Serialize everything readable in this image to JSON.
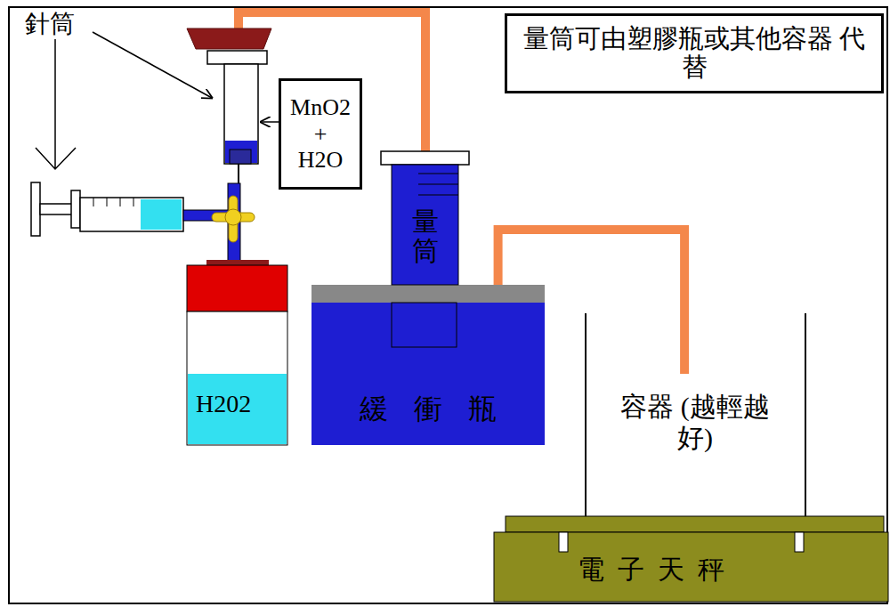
{
  "diagram": {
    "nodes": [
      {
        "text": [
          "量筒可由塑膠瓶或其他容器 代替"
        ]
      },
      {
        "text": [
          "MnO2 + H2O"
        ]
      },
      {
        "text": [
          "H202"
        ]
      },
      {
        "text": [
          "量筒"
        ]
      },
      {
        "text": [
          "緩衝瓶"
        ]
      },
      {
        "text": [
          "容器 (越輕越好)"
        ]
      },
      {
        "text": [
          "電子天秤"
        ]
      }
    ],
    "edges": [
      {
        "from": 4,
        "to": 5,
        "arrow": "none"
      }
    ],
    "labels": [
      "針筒"
    ]
  }
}
